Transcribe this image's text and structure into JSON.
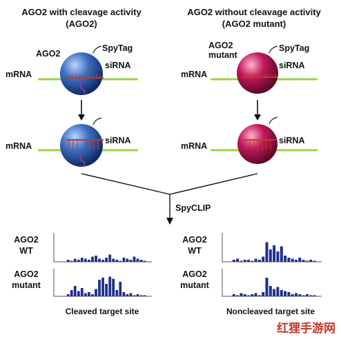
{
  "colors": {
    "mrna": "#9bd14a",
    "sirna": "#c0392b",
    "wt_sphere": "#3f6fbf",
    "mutant_sphere": "#c2185b",
    "cleaved_fragment": "#7b3fa0",
    "histogram_bars": "#1f2f8f",
    "watermark": "#c0392b"
  },
  "left_panel": {
    "title_line1": "AGO2 with cleavage activity",
    "title_line2": "(AGO2)",
    "protein_label": "AGO2",
    "tag_label": "SpyTag",
    "sirna_label": "siRNA",
    "sirna_label_2": "siRNA",
    "mrna_label": "mRNA",
    "mrna_label_2": "mRNA"
  },
  "right_panel": {
    "title_line1": "AGO2 without cleavage activity",
    "title_line2": "(AGO2 mutant)",
    "protein_label_line1": "AGO2",
    "protein_label_line2": "mutant",
    "tag_label": "SpyTag",
    "sirna_label": "siRNA",
    "sirna_label_2": "siRNA",
    "mrna_label": "mRNA",
    "mrna_label_2": "mRNA"
  },
  "method_label": "SpyCLIP",
  "tracks": {
    "wt_line1": "AGO2",
    "wt_line2": "WT",
    "mutant_line1": "AGO2",
    "mutant_line2": "mutant",
    "wt_line1_b": "AGO2",
    "wt_line2_b": "WT",
    "mutant_line1_b": "AGO2",
    "mutant_line2_b": "mutant",
    "left_caption": "Cleaved target site",
    "right_caption": "Noncleaved target site",
    "left_wt_bars": [
      0.1,
      0.05,
      0.15,
      0.1,
      0.2,
      0.15,
      0.1,
      0.25,
      0.3,
      0.15,
      0.1,
      0.2,
      0.35,
      0.15,
      0.1,
      0.05,
      0.2,
      0.15,
      0.1,
      0.25,
      0.15,
      0.1,
      0.05
    ],
    "left_mut_bars": [
      0.1,
      0.3,
      0.5,
      0.25,
      0.4,
      0.15,
      0.2,
      0.1,
      0.35,
      0.8,
      0.9,
      0.6,
      0.95,
      0.85,
      0.3,
      0.7,
      0.2,
      0.1,
      0.15,
      0.05,
      0.1,
      0.05,
      0.05
    ],
    "right_wt_bars": [
      0.1,
      0.15,
      0.05,
      0.1,
      0.1,
      0.05,
      0.15,
      0.1,
      0.25,
      0.95,
      0.6,
      0.8,
      0.5,
      0.75,
      0.3,
      0.2,
      0.15,
      0.1,
      0.2,
      0.1,
      0.05,
      0.1,
      0.05
    ],
    "right_mut_bars": [
      0.1,
      0.05,
      0.15,
      0.1,
      0.05,
      0.1,
      0.15,
      0.05,
      0.2,
      0.9,
      0.5,
      0.35,
      0.45,
      0.3,
      0.25,
      0.2,
      0.1,
      0.15,
      0.1,
      0.05,
      0.1,
      0.05,
      0.05
    ]
  },
  "watermark": "红狸手游网"
}
